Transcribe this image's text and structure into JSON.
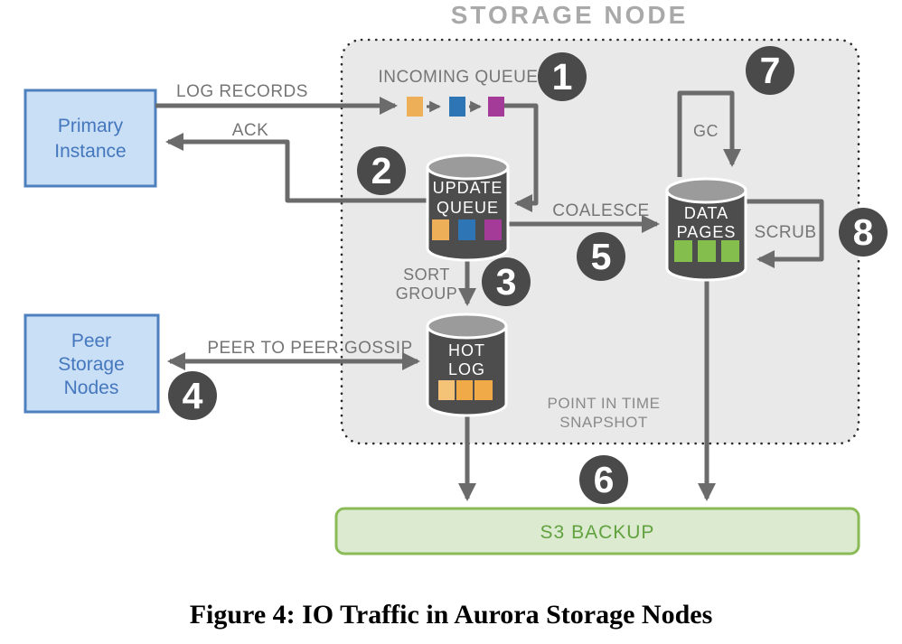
{
  "title": "STORAGE NODE",
  "caption": "Figure 4: IO Traffic in Aurora Storage Nodes",
  "boxes": {
    "primary_instance": {
      "line1": "Primary",
      "line2": "Instance"
    },
    "peer_storage_nodes": {
      "line1": "Peer",
      "line2": "Storage",
      "line3": "Nodes"
    },
    "s3_backup": "S3 BACKUP"
  },
  "cylinders": {
    "update_queue": {
      "line1": "UPDATE",
      "line2": "QUEUE"
    },
    "hot_log": {
      "line1": "HOT",
      "line2": "LOG"
    },
    "data_pages": {
      "line1": "DATA",
      "line2": "PAGES"
    }
  },
  "labels": {
    "incoming_queue": "INCOMING QUEUE",
    "log_records": "LOG RECORDS",
    "ack": "ACK",
    "coalesce": "COALESCE",
    "sort": "SORT",
    "group": "GROUP",
    "peer_gossip": "PEER TO PEER GOSSIP",
    "gc": "GC",
    "scrub": "SCRUB",
    "snapshot_line1": "POINT IN TIME",
    "snapshot_line2": "SNAPSHOT"
  },
  "steps": {
    "s1": "1",
    "s2": "2",
    "s3": "3",
    "s4": "4",
    "s5": "5",
    "s6": "6",
    "s7": "7",
    "s8": "8"
  },
  "colors": {
    "region_fill": "#e9e9e9",
    "region_dot_border": "#2b2b2b",
    "title_gray": "#a9a9a9",
    "arrow_gray": "#6b6b6b",
    "label_gray": "#757575",
    "badge_fill": "#4a4a4a",
    "cylinder_body": "#4d4d4d",
    "cylinder_top": "#9b9b9b",
    "blue_box_fill": "#c9dff5",
    "blue_box_border": "#4e7fbe",
    "blue_box_text": "#4577be",
    "green_box_fill": "#dcead0",
    "green_box_border": "#8abb57",
    "green_box_text": "#61a23f",
    "square_orange": "#edb058",
    "square_orange_light": "#f5c377",
    "square_blue": "#2e75b6",
    "square_magenta": "#a53b98",
    "square_green": "#84bf4e"
  }
}
